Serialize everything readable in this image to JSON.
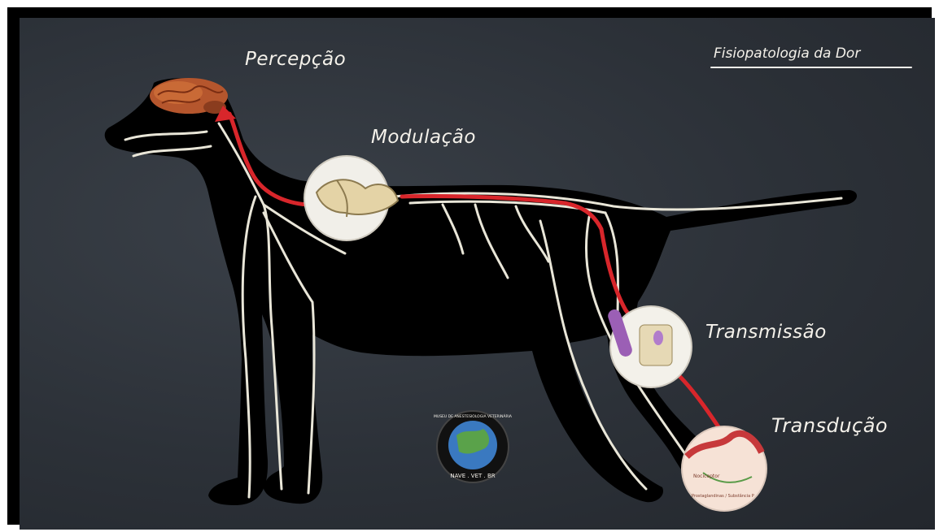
{
  "title": "Fisiopatologia da Dor",
  "stages": {
    "perception": "Percepção",
    "modulation": "Modulação",
    "transmission": "Transmissão",
    "transduction": "Transdução"
  },
  "logo": {
    "ring_text": "MUSEU DE ANESTESIOLOGIA VETERINÁRIA",
    "bottom_text": "NAVE . VET . BR"
  },
  "inset_labels": {
    "nociceptor": "Nociceptor",
    "mediators": "Prostaglandinas / Substância P"
  },
  "colors": {
    "board": "#2c3138",
    "silhouette": "#000000",
    "nerves": "#e9e6d8",
    "pathway": "#d8262b",
    "text": "#f4f1ea"
  }
}
